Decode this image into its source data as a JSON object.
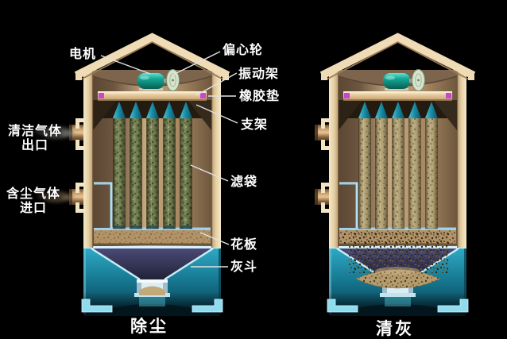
{
  "labels": {
    "motor": "电机",
    "eccentric_wheel": "偏心轮",
    "vibrating_frame": "振动架",
    "rubber_pad": "橡胶垫",
    "support": "支架",
    "filter_bag": "滤袋",
    "cell_plate": "花板",
    "ash_hopper": "灰斗",
    "clean_gas_line1": "清洁气体",
    "clean_gas_line2": "出口",
    "dusty_gas_line1": "含尘气体",
    "dusty_gas_line2": "进口"
  },
  "captions": {
    "left_state": "除尘",
    "right_state": "清灰"
  },
  "colors": {
    "background": "#000000",
    "housing_tan": "#efdcb6",
    "hopper_teal": "#15758e",
    "funnel_navy": "#3d3d60",
    "motor_teal": "#17a796",
    "eccentric_wheel": "#d7e3cd",
    "rubber_pad_magenta": "#cb45d2",
    "partition_blue": "#8ecbe9",
    "dust_tan": "#b59a6c",
    "label_text": "#ffffff"
  }
}
